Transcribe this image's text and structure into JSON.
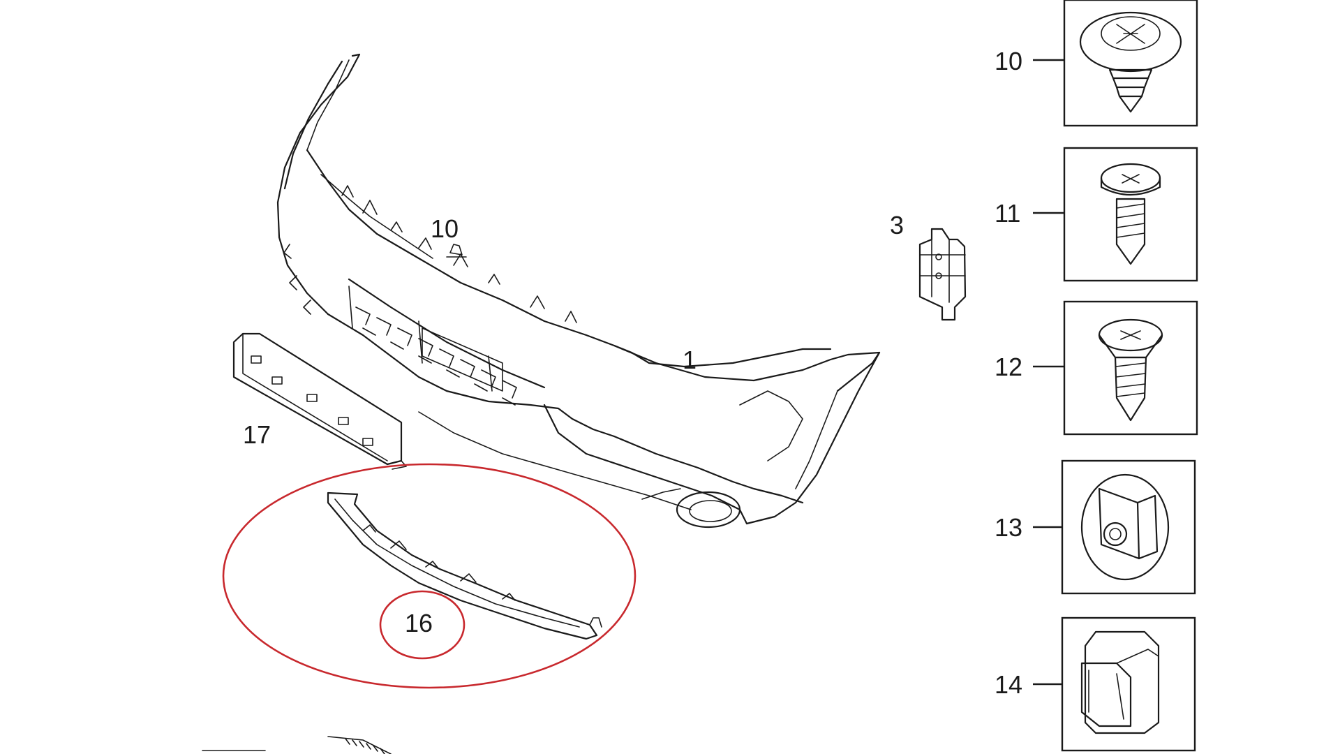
{
  "diagram": {
    "callouts": {
      "bumper": "1",
      "bracket": "3",
      "clip_small": "10",
      "plate_bracket": "17",
      "lower_strip": "16"
    },
    "fastener_column": [
      {
        "label": "10",
        "icon": "push-rivet-icon"
      },
      {
        "label": "11",
        "icon": "pan-head-screw-icon"
      },
      {
        "label": "12",
        "icon": "countersunk-screw-icon"
      },
      {
        "label": "13",
        "icon": "retainer-clip-icon"
      },
      {
        "label": "14",
        "icon": "u-nut-clip-icon"
      }
    ],
    "colors": {
      "line": "#1a1a1a",
      "highlight": "#c8282d",
      "background": "#ffffff"
    }
  }
}
